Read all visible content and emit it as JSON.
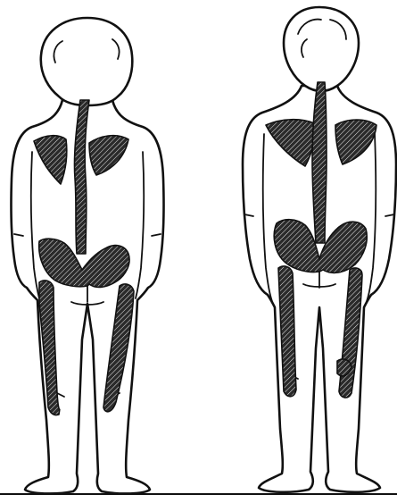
{
  "figures": [
    {
      "id": "child",
      "view": "back"
    },
    {
      "id": "adult",
      "view": "back"
    }
  ],
  "colors": {
    "ink": "#111111",
    "paper": "#ffffff",
    "hatch_fill": "#2a2a2a"
  }
}
